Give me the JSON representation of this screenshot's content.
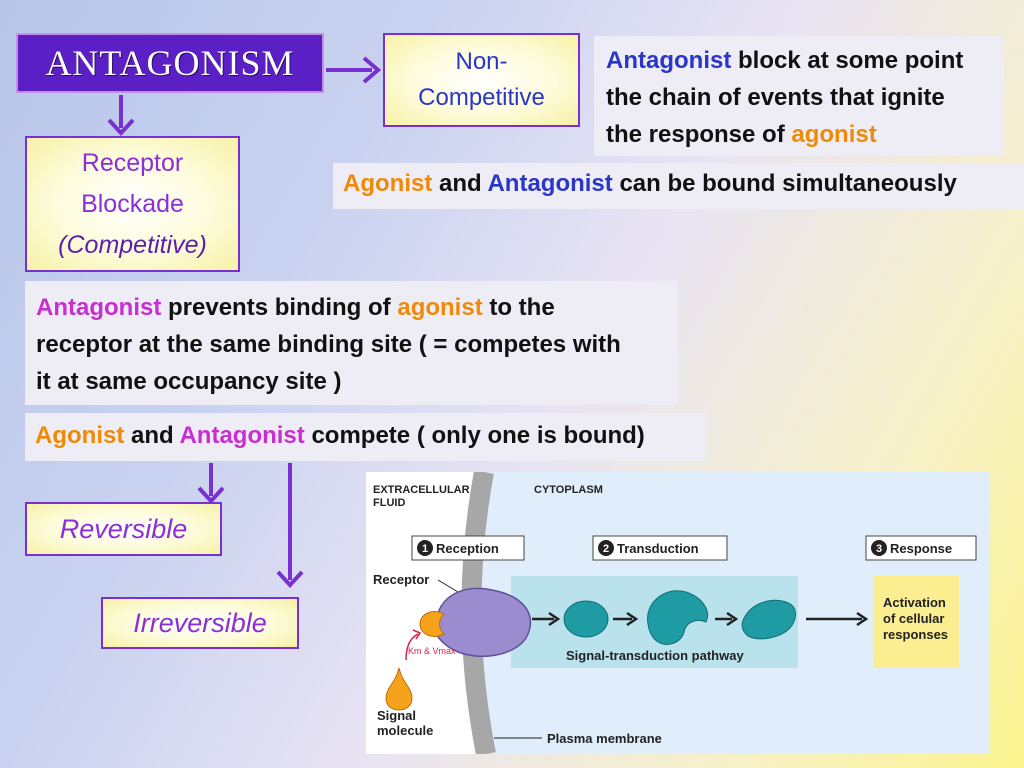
{
  "title": "ANTAGONISM",
  "non_competitive": {
    "line1": "Non-",
    "line2": "Competitive"
  },
  "receptor_blockade": {
    "line1": "Receptor",
    "line2": "Blockade",
    "line3": "(Competitive)"
  },
  "info_noncompetitive": {
    "term": "Antagonist",
    "text1": " block at some point",
    "text2": "the chain of events that ignite",
    "text3": "the response of ",
    "term2": "agonist"
  },
  "info_simultaneous": {
    "term1": "Agonist",
    "and": " and ",
    "term2": "Antagonist",
    "text": " can be bound simultaneously"
  },
  "info_competitive": {
    "term1": "Antagonist",
    "text1": " prevents binding of ",
    "term2": "agonist",
    "text2": " to the",
    "text3": "receptor at the same binding site ( = competes with",
    "text4": "it at same occupancy site )"
  },
  "info_compete": {
    "term1": "Agonist",
    "and": " and ",
    "term2": "Antagonist",
    "text": " compete ( only one is bound)"
  },
  "reversible": "Reversible",
  "irreversible": "Irreversible",
  "figure": {
    "extracellular_line1": "EXTRACELLULAR",
    "extracellular_line2": "FLUID",
    "cytoplasm": "CYTOPLASM",
    "step1": "Reception",
    "step2": "Transduction",
    "step3": "Response",
    "step1_num": "1",
    "step2_num": "2",
    "step3_num": "3",
    "receptor": "Receptor",
    "km_vmax": "Km & Vmax",
    "signal_line1": "Signal",
    "signal_line2": "molecule",
    "pathway": "Signal-transduction pathway",
    "activation_line1": "Activation",
    "activation_line2": "of cellular",
    "activation_line3": "responses",
    "membrane": "Plasma membrane"
  },
  "colors": {
    "arrow": "#7a2fd0",
    "title_bg": "#5b1fc6",
    "agonist": "#ef8a08",
    "antagonist_blue": "#2a36c8",
    "antagonist_magenta": "#c72fd1",
    "teal": "#1e9ba3",
    "receptor_purple": "#9a8ccf"
  }
}
